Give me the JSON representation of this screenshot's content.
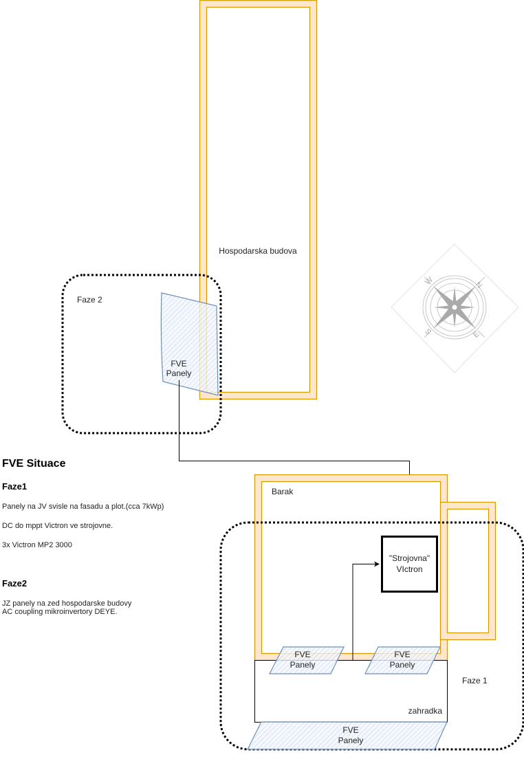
{
  "diagram": {
    "title": "FVE Situace",
    "buildings": {
      "hospodarska": "Hospodarska budova",
      "barak": "Barak",
      "zahradka": "zahradka",
      "strojovna_line1": "\"Strojovna\"",
      "strojovna_line2": "VIctron"
    },
    "zones": {
      "faze2": "Faze 2",
      "faze1": "Faze 1"
    },
    "panels": {
      "line1": "FVE",
      "line2": "Panely"
    },
    "compass": {
      "n": "N",
      "e": "E",
      "s": "S",
      "w": "W"
    },
    "notes": {
      "faze1_heading": "Faze1",
      "faze1_items": [
        "Panely na JV svisle na fasadu a plot.(cca 7kWp)",
        "DC do mppt Victron ve strojovne.",
        "3x Victron MP2 3000"
      ],
      "faze2_heading": "Faze2",
      "faze2_items": [
        "JZ panely na zed hospodarske budovy",
        "AC coupling mikroinvertory DEYE."
      ]
    },
    "colors": {
      "building_fill": "#ffe6cc",
      "building_stroke": "#d79b00",
      "panel_stroke": "#6c8ebf",
      "panel_fill": "#dae8fc"
    }
  }
}
